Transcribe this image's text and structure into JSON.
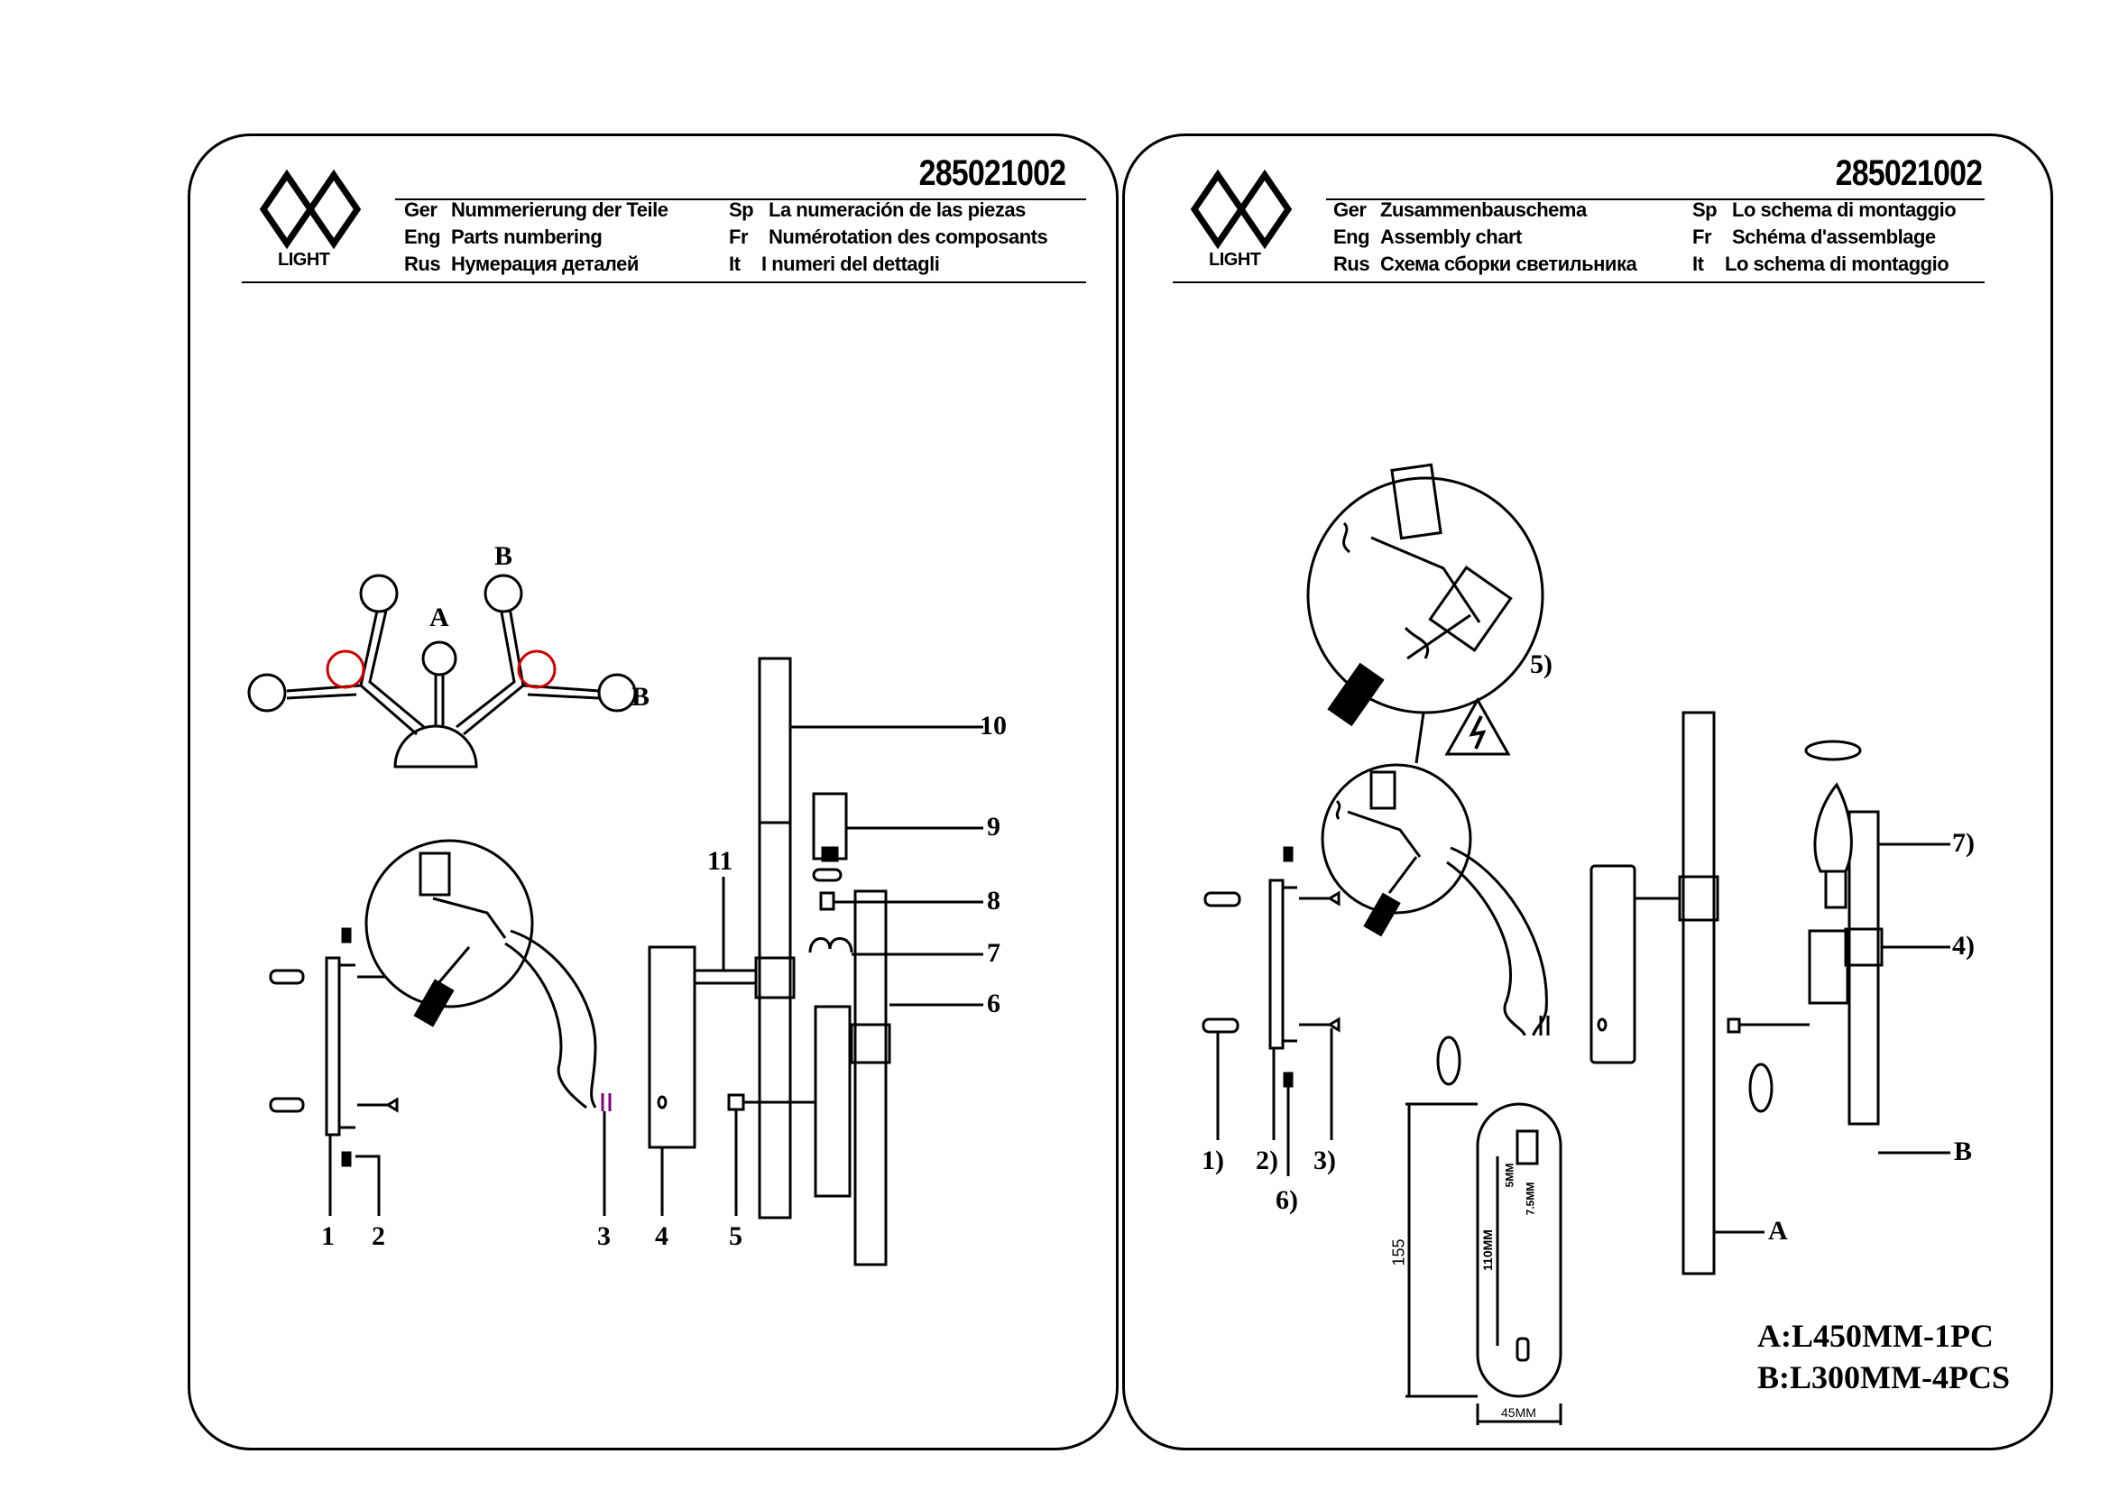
{
  "document": {
    "model_code": "285021002",
    "logo_text": "LIGHT"
  },
  "left_panel": {
    "header": [
      {
        "lang": "Ger",
        "text": "Nummerierung der Teile"
      },
      {
        "lang": "Eng",
        "text": "Parts numbering"
      },
      {
        "lang": "Rus",
        "text": "Нумерация деталей"
      }
    ],
    "header_right": [
      {
        "lang": "Sp",
        "text": "La numeración de las piezas"
      },
      {
        "lang": "Fr",
        "text": "Numérotation des composants"
      },
      {
        "lang": "It",
        "text": "I numeri del dettagli"
      }
    ],
    "arm_labels": {
      "a": "A",
      "b_top": "B",
      "b_right": "B"
    },
    "part_numbers": [
      "1",
      "2",
      "3",
      "4",
      "5",
      "6",
      "7",
      "8",
      "9",
      "10",
      "11"
    ]
  },
  "right_panel": {
    "header": [
      {
        "lang": "Ger",
        "text": "Zusammenbauschema"
      },
      {
        "lang": "Eng",
        "text": "Assembly chart"
      },
      {
        "lang": "Rus",
        "text": "Схема сборки светильника"
      }
    ],
    "header_right": [
      {
        "lang": "Sp",
        "text": "Lo schema di montaggio"
      },
      {
        "lang": "Fr",
        "text": "Schéma d'assemblage"
      },
      {
        "lang": "It",
        "text": "Lo schema di montaggio"
      }
    ],
    "steps": [
      "1)",
      "2)",
      "3)",
      "4)",
      "5)",
      "6)",
      "7)"
    ],
    "rod_labels": {
      "a": "A",
      "b": "B"
    },
    "dimensions": {
      "height": "155",
      "width": "45MM",
      "inner": "110MM",
      "slot1": "5MM",
      "slot2": "7.5MM"
    },
    "specs": [
      "A:L450MM-1PC",
      "B:L300MM-4PCS"
    ]
  },
  "colors": {
    "line": "#000000",
    "highlight": "#cc0000"
  }
}
